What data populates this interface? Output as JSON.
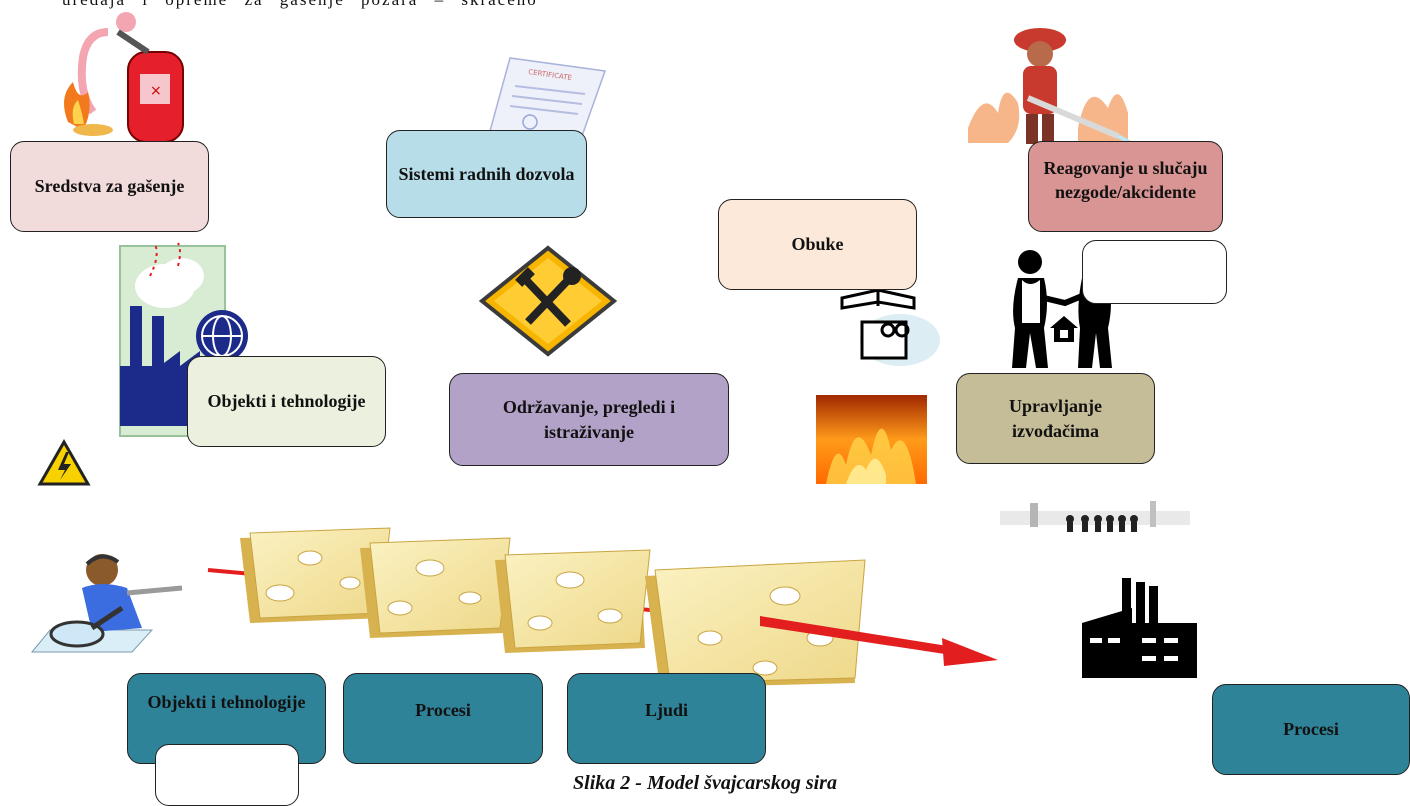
{
  "top_text": "uređaja i opreme za gašenje požara – skraćeno",
  "boxes": {
    "sredstva": "Sredstva za gašenje",
    "sistemi": "Sistemi radnih dozvola",
    "obuke": "Obuke",
    "reagovanje": "Reagovanje u slučaju",
    "reagovanje_cut": "nezgode/akcidente",
    "objekti_top": "Objekti i tehnologije",
    "odrzavanje": "Održavanje, pregledi i istraživanje",
    "upravljanje": "Upravljanje izvođačima",
    "objekti_bottom": "Objekti i tehnologije",
    "procesi_1": "Procesi",
    "ljudi": "Ljudi",
    "procesi_2": "Procesi"
  },
  "certificate_text": "CERTIFICATE",
  "caption": "Slika 2  - Model švajcarskog sira",
  "colors": {
    "pink": "#f2dcdb",
    "lightblue": "#b7dde8",
    "peach": "#fde9d9",
    "rose": "#d99594",
    "lightgreen": "#ebf1de",
    "lavender": "#b2a2c7",
    "khaki": "#c4bd97",
    "teal": "#2f8399",
    "cheese": "#f5e6a3",
    "arrow": "#e31e1e"
  }
}
